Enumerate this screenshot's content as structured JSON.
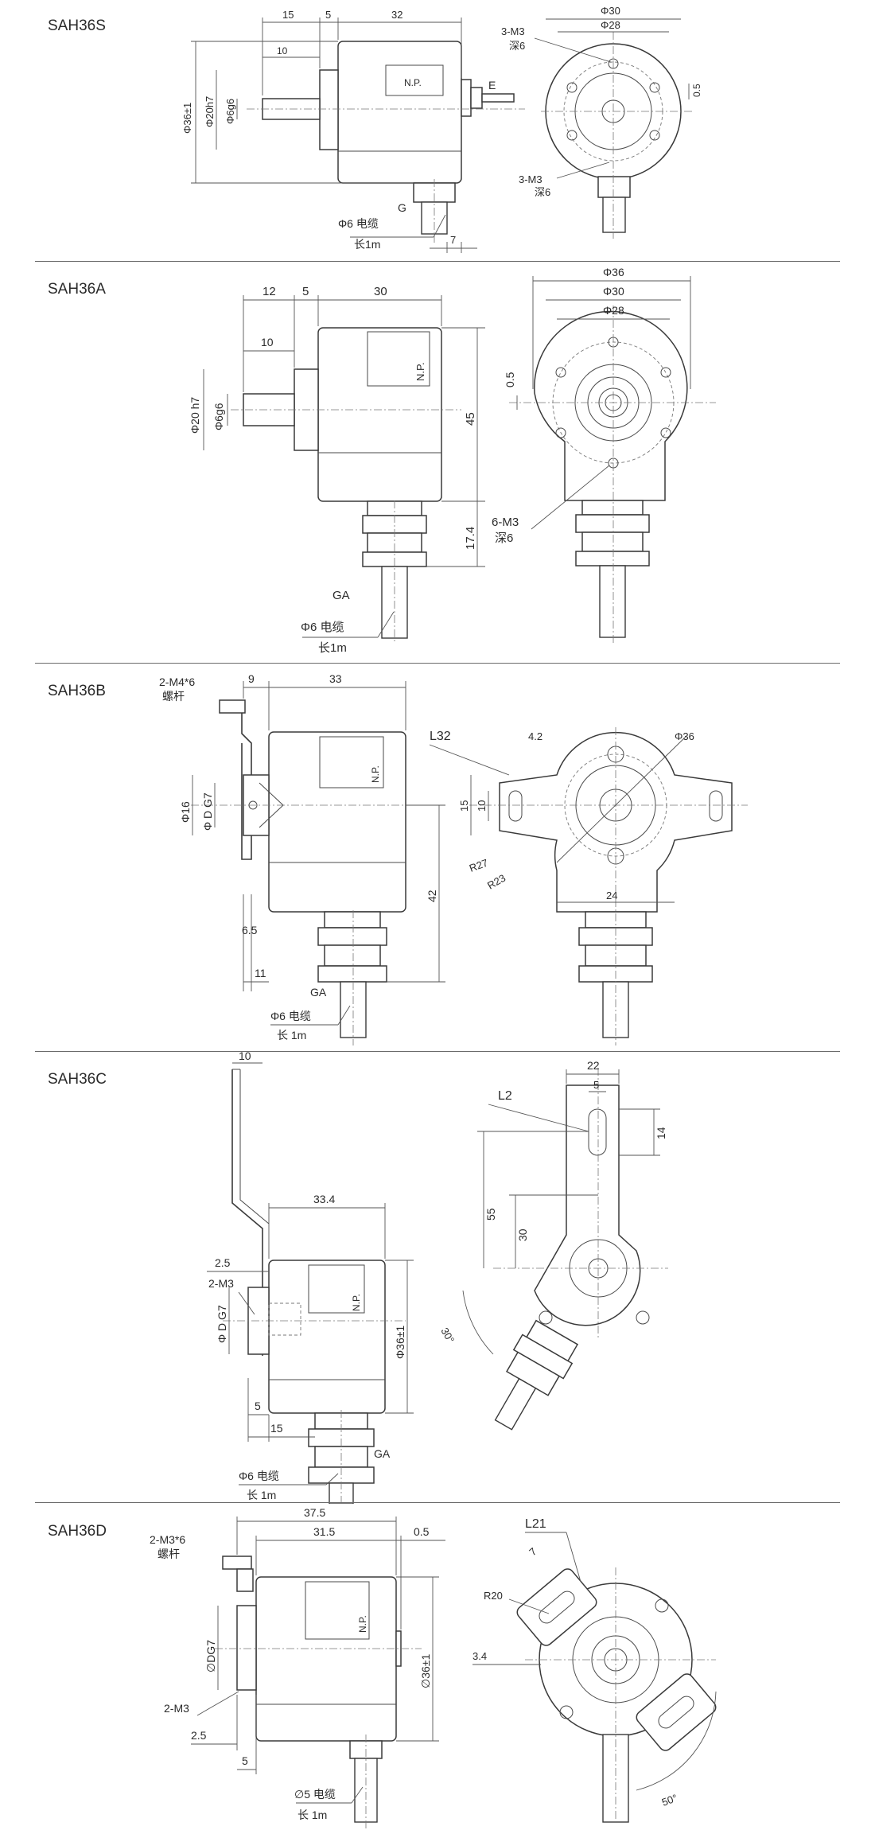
{
  "sections": [
    {
      "id": "sah36s",
      "title": "SAH36S",
      "dims": {
        "d15": "15",
        "d5": "5",
        "d32": "32",
        "d10": "10",
        "phi36": "Φ36±1",
        "phi20": "Φ20h7",
        "phi6": "Φ6g6",
        "np": "N.P.",
        "e": "E",
        "g": "G",
        "cable": "Φ6  电缆",
        "len": "长1m",
        "d7": "7",
        "fphi30": "Φ30",
        "fphi28": "Φ28",
        "m3a": "3-M3",
        "deep_a": "深6",
        "m3b": "3-M3",
        "deep_b": "深6",
        "d05": "0.5"
      }
    },
    {
      "id": "sah36a",
      "title": "SAH36A",
      "dims": {
        "d12": "12",
        "d5": "5",
        "d30": "30",
        "d10": "10",
        "phi20": "Φ20 h7",
        "phi6": "Φ6g6",
        "np": "N.P.",
        "d45": "45",
        "d174": "17.4",
        "ga": "GA",
        "cable": "Φ6  电缆",
        "len": "长1m",
        "fphi36": "Φ36",
        "fphi30": "Φ30",
        "fphi28": "Φ28",
        "d05": "0.5",
        "m3": "6-M3",
        "deep": "深6"
      }
    },
    {
      "id": "sah36b",
      "title": "SAH36B",
      "dims": {
        "m4": "2-M4*6",
        "screw": "螺杆",
        "d9": "9",
        "d33": "33",
        "phi16": "Φ16",
        "phid": "Φ D G7",
        "np": "N.P.",
        "d42": "42",
        "d65": "6.5",
        "d11": "11",
        "ga": "GA",
        "cable": "Φ6 电缆",
        "len": "长 1m",
        "l32": "L32",
        "d42b": "4.2",
        "fphi36": "Φ36",
        "d15": "15",
        "d10": "10",
        "r27": "R27",
        "r23": "R23",
        "d24": "24"
      }
    },
    {
      "id": "sah36c",
      "title": "SAH36C",
      "dims": {
        "d10": "10",
        "d334": "33.4",
        "d25": "2.5",
        "m3": "2-M3",
        "phid": "Φ D G7",
        "np": "N.P.",
        "phi36": "Φ36±1",
        "d5": "5",
        "d15": "15",
        "ga": "GA",
        "cable": "Φ6 电缆",
        "len": "长  1m",
        "l2": "L2",
        "d22": "22",
        "d5b": "5",
        "d14": "14",
        "d55": "55",
        "d30": "30",
        "a30": "30°"
      }
    },
    {
      "id": "sah36d",
      "title": "SAH36D",
      "dims": {
        "d375": "37.5",
        "d315": "31.5",
        "d05": "0.5",
        "m3": "2-M3*6",
        "screw": "螺杆",
        "phid": "∅DG7",
        "np": "N.P.",
        "phi36": "∅36±1",
        "m3b": "2-M3",
        "d25": "2.5",
        "d5": "5",
        "cable": "∅5 电缆",
        "len": "长 1m",
        "l21": "L21",
        "d7": "7",
        "r20": "R20",
        "d34": "3.4",
        "a50": "50°"
      }
    }
  ]
}
